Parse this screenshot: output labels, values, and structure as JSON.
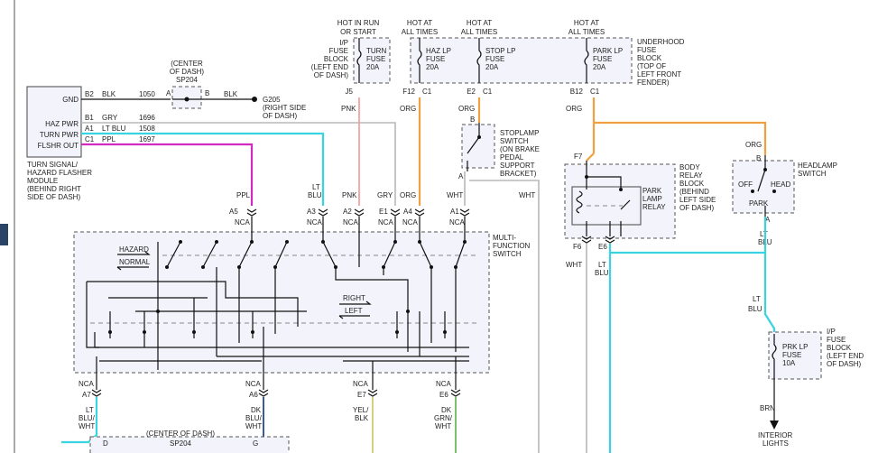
{
  "colors": {
    "pnk": "#f0a3a3",
    "org": "#f0a040",
    "ppl": "#d12ac0",
    "lt_blu": "#3ad4e0",
    "gry": "#b8b8b8",
    "wht": "#d8d8d8",
    "yel": "#d8d080",
    "grn": "#7bbf6a",
    "dk_blu": "#3a5a9a"
  },
  "fuse_headers": {
    "hot_in_run": [
      "HOT IN RUN",
      "OR START"
    ],
    "hot_at_times_1": [
      "HOT AT",
      "ALL TIMES"
    ],
    "hot_at_times_2": [
      "HOT AT",
      "ALL TIMES"
    ],
    "hot_at_times_3": [
      "HOT AT",
      "ALL TIMES"
    ]
  },
  "ip_fuse_block_left": [
    "I/P",
    "FUSE",
    "BLOCK",
    "(LEFT END",
    "OF DASH)"
  ],
  "turn_fuse": [
    "TURN",
    "FUSE",
    "20A"
  ],
  "haz_fuse": [
    "HAZ LP",
    "FUSE",
    "20A"
  ],
  "stop_fuse": [
    "STOP LP",
    "FUSE",
    "20A"
  ],
  "park_fuse": [
    "PARK LP",
    "FUSE",
    "20A"
  ],
  "underhood_block": [
    "UNDERHOOD",
    "FUSE",
    "BLOCK",
    "(TOP OF",
    "LEFT FRONT",
    "FENDER)"
  ],
  "pins_top": {
    "j5": "J5",
    "f12": "F12",
    "c1a": "C1",
    "e2": "E2",
    "c1b": "C1",
    "b12": "B12",
    "c1c": "C1"
  },
  "flasher": {
    "label": [
      "TURN SIGNAL/",
      "HAZARD FLASHER",
      "MODULE",
      "(BEHIND RIGHT",
      "SIDE OF DASH)"
    ],
    "pins": [
      "GND",
      "HAZ PWR",
      "TURN PWR",
      "FLSHR OUT"
    ]
  },
  "flasher_wires": [
    {
      "pin": "B2",
      "color": "BLK",
      "circuit": "1050"
    },
    {
      "pin": "B1",
      "color": "GRY",
      "circuit": "1696"
    },
    {
      "pin": "A1",
      "color": "LT BLU",
      "circuit": "1508"
    },
    {
      "pin": "C1",
      "color": "PPL",
      "circuit": "1697"
    }
  ],
  "sp204_top": {
    "note": [
      "(CENTER",
      "OF DASH)"
    ],
    "name": "SP204",
    "a": "A",
    "b": "B",
    "blk": "BLK"
  },
  "g205": {
    "name": "G205",
    "note": [
      "(RIGHT SIDE",
      "OF DASH)"
    ]
  },
  "wire_labels": {
    "pnk": "PNK",
    "org1": "ORG",
    "org2": "ORG",
    "wht": "WHT",
    "org3": "ORG",
    "org4": "ORG"
  },
  "stoplamp": {
    "label": [
      "STOPLAMP",
      "SWITCH",
      "(ON BRAKE",
      "PEDAL",
      "SUPPORT",
      "BRACKET)"
    ],
    "pin_b": "B",
    "pin_a": "A"
  },
  "mfs_pins_top": [
    {
      "color": "PPL",
      "pin": "A5",
      "nca": "NCA"
    },
    {
      "color": "LT",
      "color2": "BLU",
      "pin": "A3",
      "nca": "NCA"
    },
    {
      "color": "PNK",
      "pin": "A2",
      "nca": "NCA"
    },
    {
      "color": "GRY",
      "pin": "E1",
      "nca": "NCA"
    },
    {
      "color": "ORG",
      "pin": "A4",
      "nca": "NCA"
    },
    {
      "color": "WHT",
      "pin": "A1",
      "nca": "NCA"
    }
  ],
  "mfs": {
    "label": [
      "MULTI-",
      "FUNCTION",
      "SWITCH"
    ],
    "hazard": "HAZARD",
    "normal": "NORMAL",
    "right": "RIGHT",
    "left": "LEFT"
  },
  "mfs_pins_bottom": [
    {
      "nca": "NCA",
      "pin": "A7",
      "color": [
        "LT",
        "BLU/",
        "WHT"
      ]
    },
    {
      "nca": "NCA",
      "pin": "A6",
      "color": [
        "DK",
        "BLU/",
        "WHT"
      ]
    },
    {
      "nca": "NCA",
      "pin": "E7",
      "color": [
        "YEL/",
        "BLK"
      ]
    },
    {
      "nca": "NCA",
      "pin": "E6",
      "color": [
        "DK",
        "GRN/",
        "WHT"
      ]
    }
  ],
  "bottom_labels": {
    "d": "D",
    "g": "G",
    "sp204_note": "(CENTER OF DASH)",
    "sp204": "SP204"
  },
  "body_relay": {
    "label": [
      "BODY",
      "RELAY",
      "BLOCK",
      "(BEHIND",
      "LEFT SIDE",
      "OF DASH)"
    ],
    "relay": [
      "PARK",
      "LAMP",
      "RELAY"
    ],
    "f7": "F7",
    "f6": "F6",
    "e6": "E6",
    "wht": "WHT",
    "lt": "LT",
    "blu": "BLU"
  },
  "headlamp": {
    "label": [
      "HEADLAMP",
      "SWITCH"
    ],
    "off": "OFF",
    "head": "HEAD",
    "park": "PARK",
    "b": "B",
    "a": "A",
    "org": "ORG",
    "lt": "LT",
    "blu": "BLU"
  },
  "prk_fuse": {
    "fuse": [
      "PRK LP",
      "FUSE",
      "10A"
    ],
    "block": [
      "I/P",
      "FUSE",
      "BLOCK",
      "(LEFT END",
      "OF DASH)"
    ]
  },
  "right_labels": {
    "lt": "LT",
    "blu": "BLU",
    "brn": "BRN",
    "interior": [
      "INTERIOR",
      "LIGHTS"
    ]
  }
}
